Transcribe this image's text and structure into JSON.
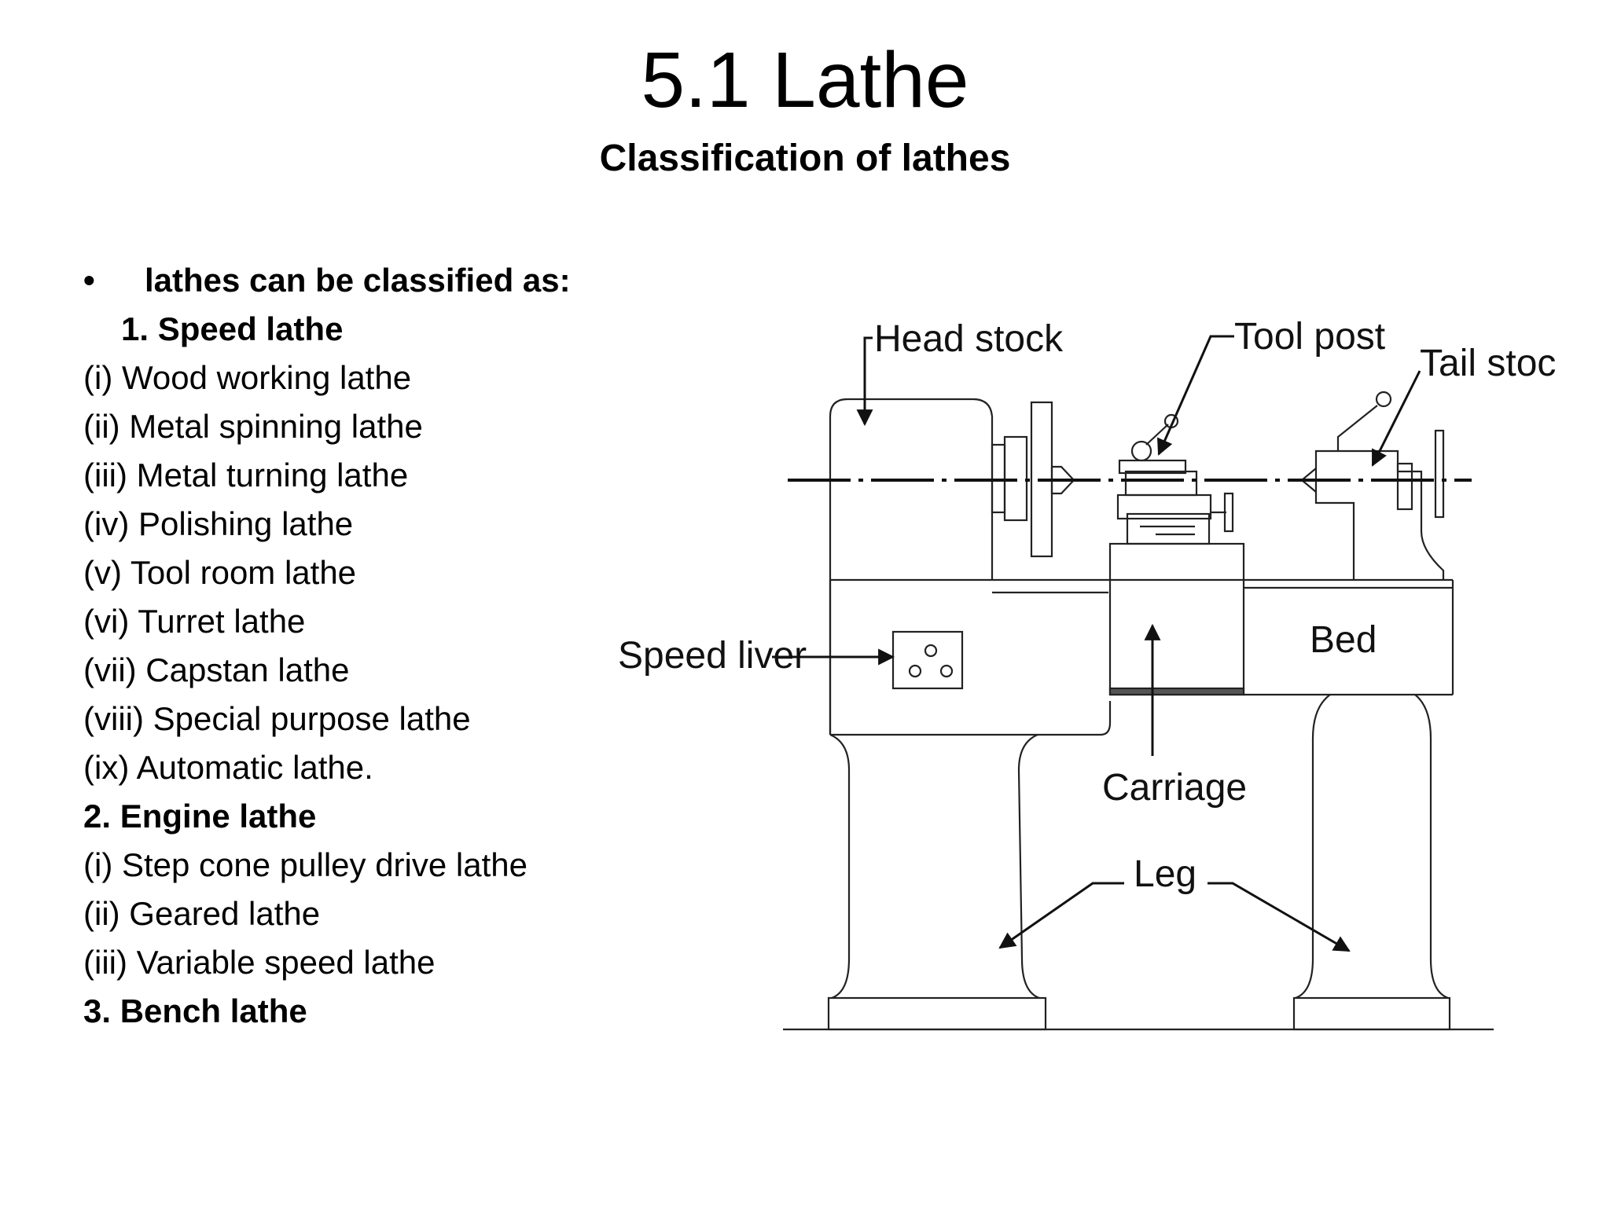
{
  "title": "5.1 Lathe",
  "subtitle": "Classification of lathes",
  "list": {
    "intro": "lathes can be classified as:",
    "speed_heading": "1. Speed lathe",
    "speed_items": [
      "(i) Wood working lathe",
      "(ii) Metal spinning lathe",
      "(iii) Metal turning lathe",
      "(iv) Polishing lathe",
      "(v) Tool room lathe",
      "(vi) Turret lathe",
      "(vii) Capstan lathe",
      "(viii) Special purpose lathe",
      "(ix) Automatic lathe."
    ],
    "engine_heading": "2. Engine lathe",
    "engine_items": [
      "(i) Step cone pulley drive lathe",
      "(ii) Geared lathe",
      "(iii) Variable speed lathe"
    ],
    "bench_heading": "3. Bench lathe"
  },
  "diagram": {
    "labels": {
      "head_stock": "Head stock",
      "tool_post": "Tool post",
      "tail_stock": "Tail stock",
      "speed_liver": "Speed liver",
      "bed": "Bed",
      "carriage": "Carriage",
      "leg": "Leg"
    }
  }
}
